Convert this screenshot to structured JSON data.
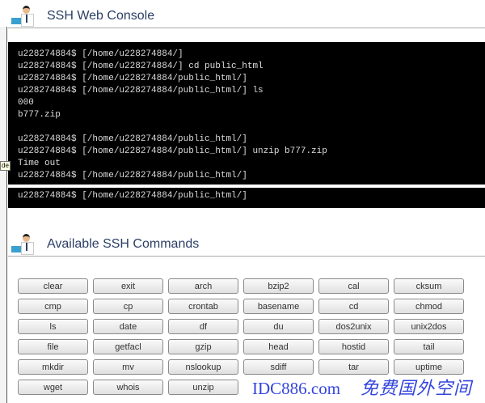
{
  "console": {
    "title": "SSH Web Console",
    "lines": [
      "u228274884$ [/home/u228274884/]",
      "u228274884$ [/home/u228274884/] cd public_html",
      "u228274884$ [/home/u228274884/public_html/]",
      "u228274884$ [/home/u228274884/public_html/] ls",
      "000",
      "b777.zip",
      "",
      "u228274884$ [/home/u228274884/public_html/]",
      "u228274884$ [/home/u228274884/public_html/] unzip b777.zip",
      "Time out",
      "u228274884$ [/home/u228274884/public_html/]"
    ],
    "prompt": "u228274884$ [/home/u228274884/public_html/]",
    "tooltip": "de"
  },
  "commands": {
    "title": "Available SSH Commands",
    "buttons": [
      "clear",
      "exit",
      "arch",
      "bzip2",
      "cal",
      "cksum",
      "cmp",
      "cp",
      "crontab",
      "basename",
      "cd",
      "chmod",
      "ls",
      "date",
      "df",
      "du",
      "dos2unix",
      "unix2dos",
      "file",
      "getfacl",
      "gzip",
      "head",
      "hostid",
      "tail",
      "mkdir",
      "mv",
      "nslookup",
      "sdiff",
      "tar",
      "uptime",
      "wget",
      "whois",
      "unzip"
    ]
  },
  "watermark": {
    "line1": "IDC886.com",
    "line2": "免费国外空间"
  }
}
